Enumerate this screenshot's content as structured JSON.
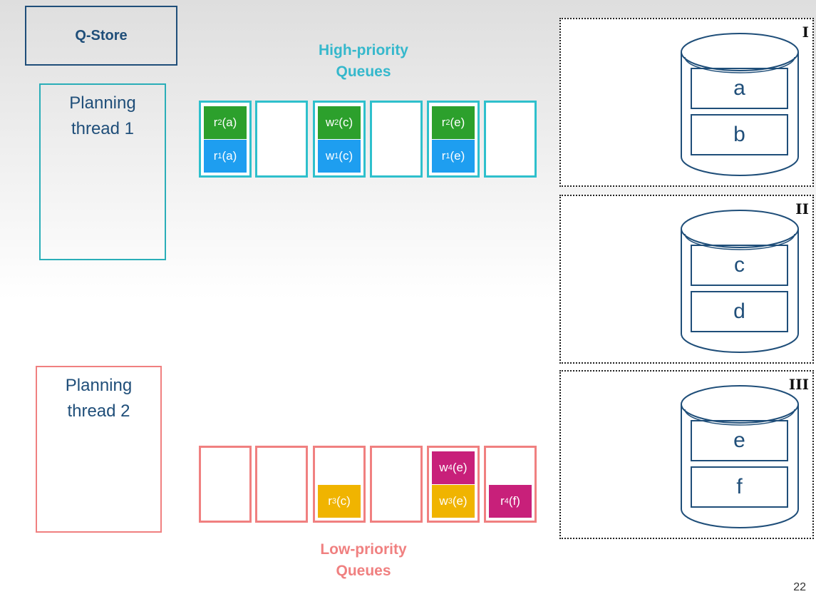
{
  "q_store": {
    "label": "Q-Store"
  },
  "threads": [
    {
      "label_line1": "Planning",
      "label_line2": "thread 1"
    },
    {
      "label_line1": "Planning",
      "label_line2": "thread 2"
    }
  ],
  "high_priority": {
    "label_line1": "High-priority",
    "label_line2": "Queues",
    "color": "#2ec0cc",
    "queues": [
      {
        "ops": [
          {
            "name": "r",
            "sub": "2",
            "arg": "(a)",
            "color": "green"
          },
          {
            "name": "r",
            "sub": "1",
            "arg": "(a)",
            "color": "blue"
          }
        ]
      },
      {
        "ops": []
      },
      {
        "ops": [
          {
            "name": "w",
            "sub": "2",
            "arg": "(c)",
            "color": "green"
          },
          {
            "name": "w",
            "sub": "1",
            "arg": "(c)",
            "color": "blue"
          }
        ]
      },
      {
        "ops": []
      },
      {
        "ops": [
          {
            "name": "r",
            "sub": "2",
            "arg": "(e)",
            "color": "green"
          },
          {
            "name": "r",
            "sub": "1",
            "arg": "(e)",
            "color": "blue"
          }
        ]
      },
      {
        "ops": []
      }
    ]
  },
  "low_priority": {
    "label_line1": "Low-priority",
    "label_line2": "Queues",
    "color": "#f08080",
    "queues": [
      {
        "ops": []
      },
      {
        "ops": []
      },
      {
        "ops": [
          {
            "name": "r",
            "sub": "3",
            "arg": "(c)",
            "color": "yellow"
          }
        ]
      },
      {
        "ops": []
      },
      {
        "ops": [
          {
            "name": "w",
            "sub": "4",
            "arg": "(e)",
            "color": "magenta"
          },
          {
            "name": "w",
            "sub": "3",
            "arg": "(e)",
            "color": "yellow"
          }
        ]
      },
      {
        "ops": [
          {
            "name": "r",
            "sub": "4",
            "arg": "(f)",
            "color": "magenta"
          }
        ]
      }
    ]
  },
  "sites": [
    {
      "numeral": "I",
      "records": [
        "a",
        "b"
      ]
    },
    {
      "numeral": "II",
      "records": [
        "c",
        "d"
      ]
    },
    {
      "numeral": "III",
      "records": [
        "e",
        "f"
      ]
    }
  ],
  "colors": {
    "green": "#2ca02c",
    "blue": "#1e9ef0",
    "yellow": "#f0b400",
    "magenta": "#c8207a",
    "dark_blue": "#1f4e79"
  },
  "page_number": "22"
}
